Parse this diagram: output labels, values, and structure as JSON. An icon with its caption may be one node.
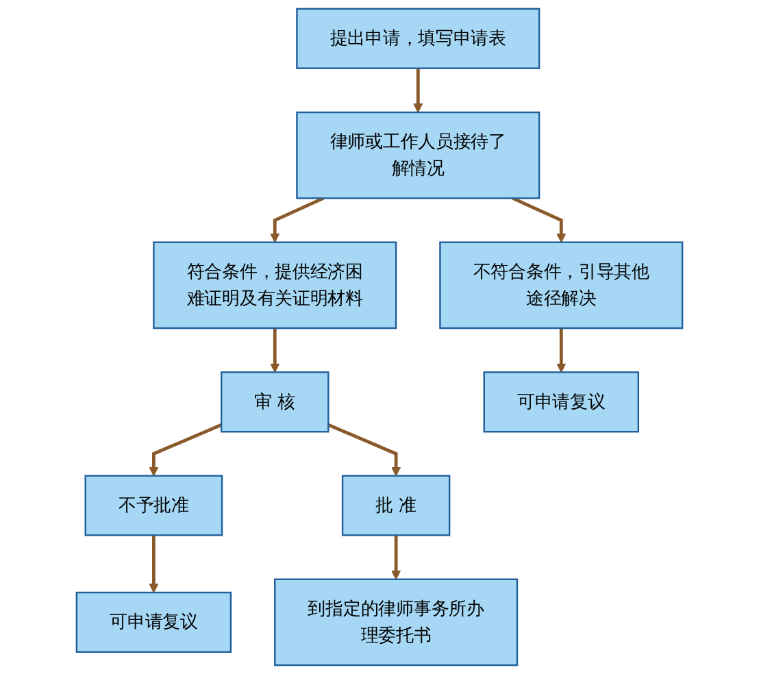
{
  "diagram": {
    "nodes": [
      {
        "text": [
          "提出申请，填写申请表"
        ]
      },
      {
        "text": [
          "律师或工作人员接待了解情况"
        ]
      },
      {
        "text": [
          "符合条件，提供经济困难证明及有关证明材料"
        ]
      },
      {
        "text": [
          "不符合条件，引导其他途径解决"
        ]
      },
      {
        "text": [
          "审 核"
        ]
      },
      {
        "text": [
          "可申请复议"
        ]
      },
      {
        "text": [
          "不予批准"
        ]
      },
      {
        "text": [
          "批 准"
        ]
      },
      {
        "text": [
          "可申请复议"
        ]
      },
      {
        "text": [
          "到指定的律师事务所办理委托书"
        ]
      }
    ],
    "edges": [
      {
        "from": 0,
        "to": 1,
        "arrow": "to"
      },
      {
        "from": 1,
        "to": 2,
        "arrow": "to"
      },
      {
        "from": 1,
        "to": 3,
        "arrow": "to"
      },
      {
        "from": 2,
        "to": 4,
        "arrow": "to"
      },
      {
        "from": 3,
        "to": 5,
        "arrow": "to"
      },
      {
        "from": 4,
        "to": 6,
        "arrow": "to"
      },
      {
        "from": 4,
        "to": 7,
        "arrow": "to"
      },
      {
        "from": 6,
        "to": 8,
        "arrow": "to"
      },
      {
        "from": 7,
        "to": 9,
        "arrow": "to"
      }
    ]
  }
}
